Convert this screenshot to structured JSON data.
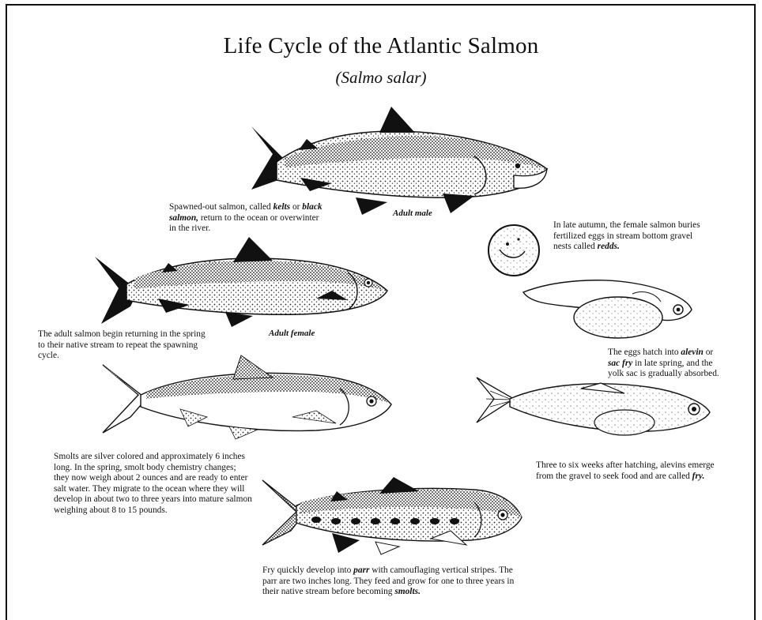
{
  "title": "Life Cycle of the Atlantic Salmon",
  "subtitle": "(Salmo salar)",
  "labels": {
    "adult_male": "Adult male",
    "adult_female": "Adult female"
  },
  "captions": {
    "kelts": {
      "p1": "Spawned-out salmon, called ",
      "t1": "kelts",
      "p2": " or ",
      "t2": "black salmon,",
      "p3": " return to the ocean or overwinter in the river."
    },
    "returning": "The adult salmon begin returning in the spring to their native stream to repeat the spawning cycle.",
    "eggs": {
      "p1": "In late autumn, the female salmon buries fertilized eggs in stream bottom gravel nests called ",
      "t1": "redds."
    },
    "alevin": {
      "p1": "The eggs hatch into ",
      "t1": "alevin",
      "p2": " or ",
      "t2": "sac fry",
      "p3": " in late spring, and the yolk sac is gradually absorbed."
    },
    "fry": {
      "p1": "Three to six weeks after hatching, alevins emerge from the gravel to seek food and are called ",
      "t1": "fry."
    },
    "smolts": "Smolts are silver colored and approximately 6 inches long. In the spring, smolt body chemistry changes; they now weigh about 2 ounces and are ready to enter salt water. They migrate to the ocean where they will develop in about two to three years into mature salmon weighing about 8 to 15 pounds.",
    "parr": {
      "p1": "Fry quickly develop into ",
      "t1": "parr",
      "p2": " with camouflaging vertical stripes. The parr are two inches long. They feed and grow for one to three years in their native stream before becoming ",
      "t2": "smolts."
    }
  }
}
